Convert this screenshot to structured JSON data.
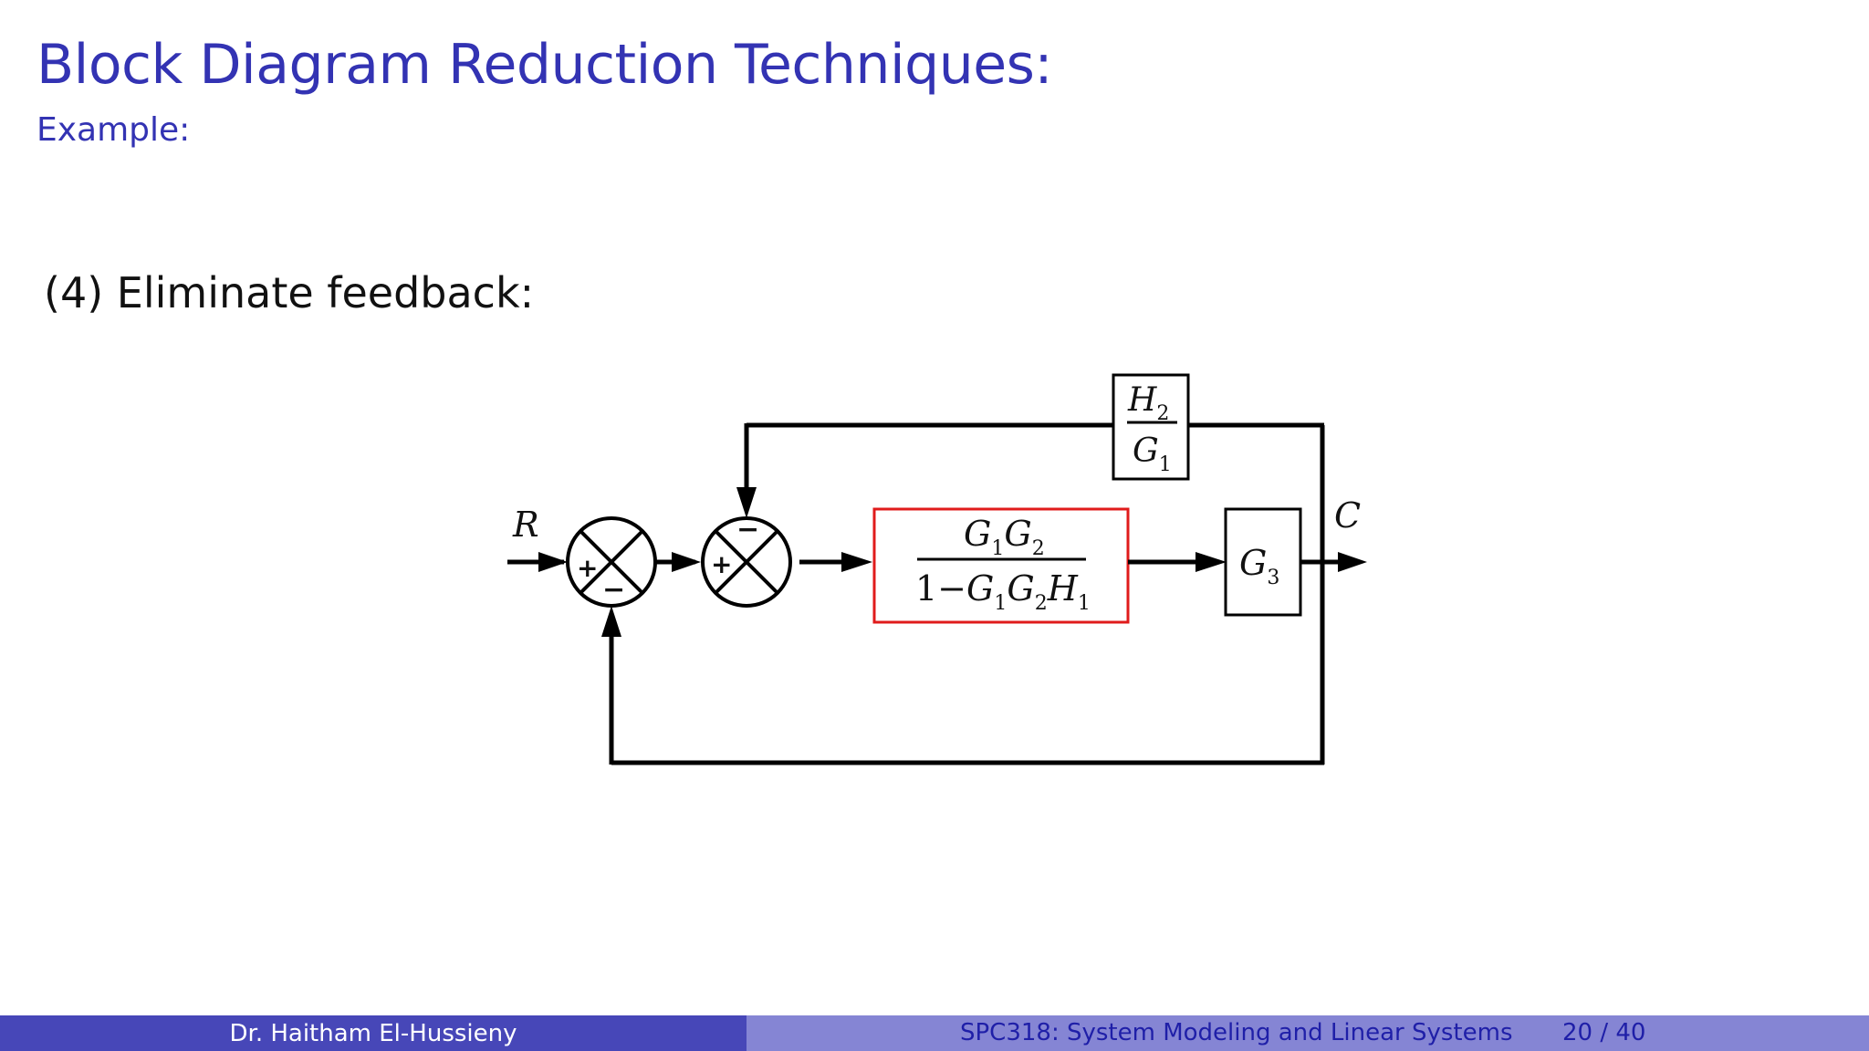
{
  "slide": {
    "title": "Block Diagram Reduction Techniques:",
    "subtitle": "Example:",
    "step": "(4) Eliminate feedback:"
  },
  "diagram": {
    "input_label": "R",
    "output_label": "C",
    "summing_junction_1": {
      "top_sign": "",
      "left_sign": "+",
      "bottom_sign": "−"
    },
    "summing_junction_2": {
      "top_sign": "−",
      "left_sign": "+"
    },
    "feedback_block": {
      "num_main": "H",
      "num_sub": "2",
      "den_main": "G",
      "den_sub": "1"
    },
    "reduced_block": {
      "num": [
        "G",
        "1",
        "G",
        "2"
      ],
      "den": [
        "1−",
        "G",
        "1",
        "G",
        "2",
        "H",
        "1"
      ],
      "highlight_color": "#e01b1b"
    },
    "output_block": {
      "main": "G",
      "sub": "3"
    }
  },
  "footer": {
    "author": "Dr. Haitham El-Hussieny",
    "course": "SPC318: System Modeling and Linear Systems",
    "page": "20 / 40"
  },
  "colors": {
    "title": "#3333b3",
    "footer_left_bg": "#4747b8",
    "footer_right_bg": "#8585d4"
  }
}
